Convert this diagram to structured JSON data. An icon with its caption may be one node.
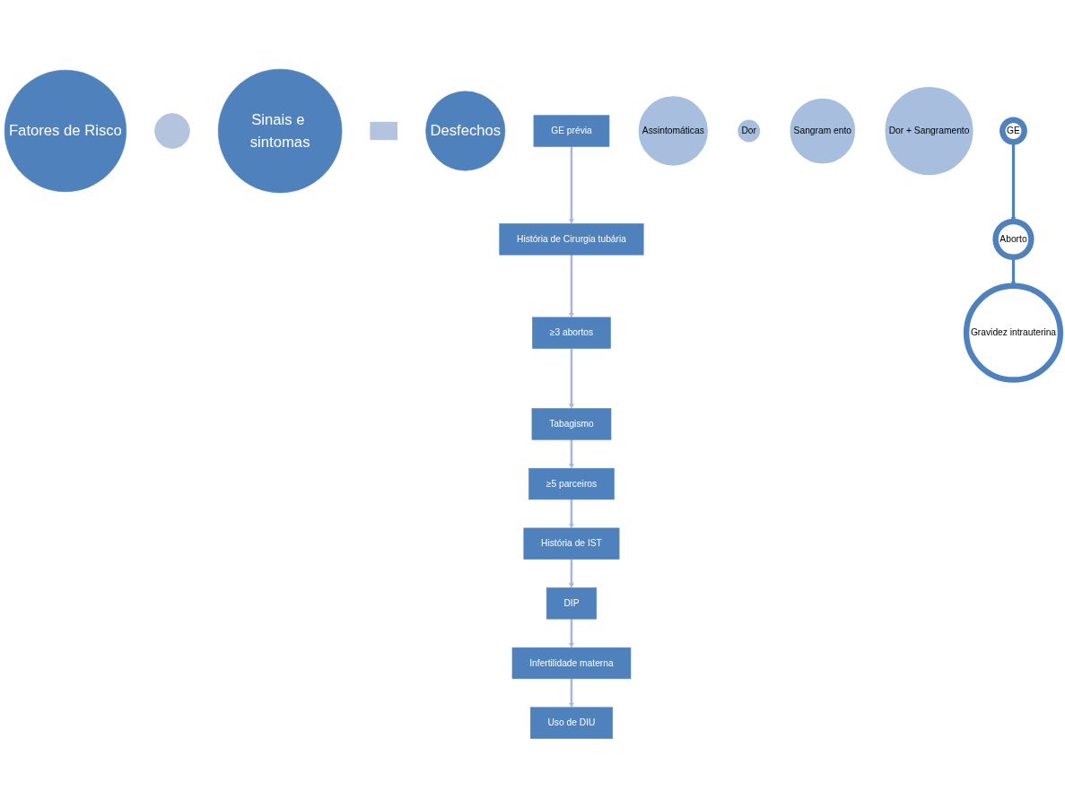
{
  "diagram": {
    "nodes": [
      {
        "text": [
          "Fatores de Risco"
        ]
      },
      {
        "text": [],
        "shape": "plus"
      },
      {
        "text": [
          "Sinais e sintomas"
        ]
      },
      {
        "text": [],
        "shape": "equals"
      },
      {
        "text": [
          "Desfechos"
        ]
      },
      {
        "text": [
          "GE prévia"
        ]
      },
      {
        "text": [
          "História de Cirurgia tubária"
        ]
      },
      {
        "text": [
          "≥3 abortos"
        ]
      },
      {
        "text": [
          "Tabagismo"
        ]
      },
      {
        "text": [
          "≥5 parceiros"
        ]
      },
      {
        "text": [
          "História de IST"
        ]
      },
      {
        "text": [
          "DIP"
        ]
      },
      {
        "text": [
          "Infertilidade materna"
        ]
      },
      {
        "text": [
          "Uso de DIU"
        ]
      },
      {
        "text": [
          "Assintomáticas"
        ]
      },
      {
        "text": [
          "Dor"
        ]
      },
      {
        "text": [
          "Sangram ento"
        ]
      },
      {
        "text": [
          "Dor + Sangramento"
        ]
      },
      {
        "text": [
          "GE"
        ]
      },
      {
        "text": [
          "Aborto"
        ]
      },
      {
        "text": [
          "Gravidez intrauterina"
        ]
      }
    ],
    "edges": [
      {
        "from": 5,
        "to": 6,
        "arrow": "to"
      },
      {
        "from": 6,
        "to": 7,
        "arrow": "to"
      },
      {
        "from": 7,
        "to": 8,
        "arrow": "to"
      },
      {
        "from": 8,
        "to": 9,
        "arrow": "to"
      },
      {
        "from": 9,
        "to": 10,
        "arrow": "to"
      },
      {
        "from": 10,
        "to": 11,
        "arrow": "to"
      },
      {
        "from": 11,
        "to": 12,
        "arrow": "to"
      },
      {
        "from": 12,
        "to": 13,
        "arrow": "to"
      },
      {
        "from": 18,
        "to": 19,
        "arrow": "to",
        "color": "#4f81bd"
      },
      {
        "from": 19,
        "to": 20,
        "arrow": "to",
        "color": "#4f81bd"
      }
    ]
  }
}
